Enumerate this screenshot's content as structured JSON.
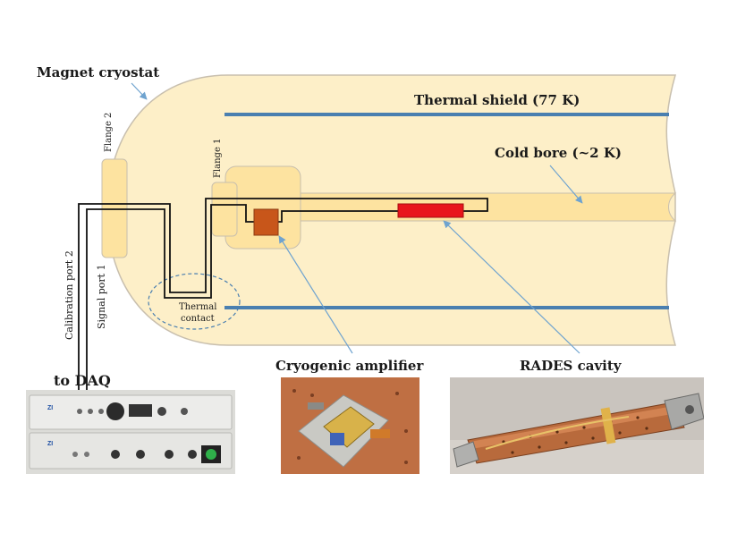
{
  "labels": {
    "magnet_cryostat": "Magnet cryostat",
    "thermal_shield": "Thermal shield (77 K)",
    "cold_bore": "Cold bore (~2 K)",
    "flange_2": "Flange 2",
    "flange_1": "Flange 1",
    "thermal_contact_line1": "Thermal",
    "thermal_contact_line2": "contact",
    "calibration_port_2": "Calibration port 2",
    "signal_port_1": "Signal port 1",
    "to_daq": "to DAQ",
    "cryogenic_amplifier": "Cryogenic amplifier",
    "rades_cavity": "RADES cavity"
  },
  "colors": {
    "cryostat_fill": "#fdefc8",
    "cryostat_outline": "#c8bfae",
    "shield_line": "#4a7fb0",
    "bore_fill": "#fde3a0",
    "cavity": "#e8141c",
    "amplifier": "#c8561a",
    "arrow": "#6fa3cf",
    "cable": "#111111"
  },
  "photos": {
    "daq": "daq-photo",
    "amplifier": "cryogenic-amplifier-photo",
    "cavity": "rades-cavity-photo"
  }
}
